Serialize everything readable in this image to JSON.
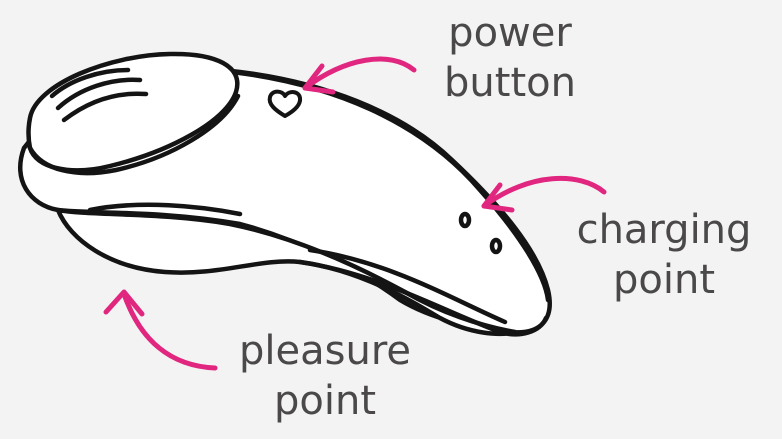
{
  "labels": {
    "power": {
      "line1": "power",
      "line2": "button"
    },
    "charging": {
      "line1": "charging",
      "line2": "point"
    },
    "pleasure": {
      "line1": "pleasure",
      "line2": "point"
    }
  },
  "colors": {
    "background": "#f4f3f3",
    "outline": "#141414",
    "arrow": "#e0267f",
    "text": "#4a4848",
    "device_fill": "#ffffff"
  },
  "icons": [
    "heart-icon"
  ]
}
